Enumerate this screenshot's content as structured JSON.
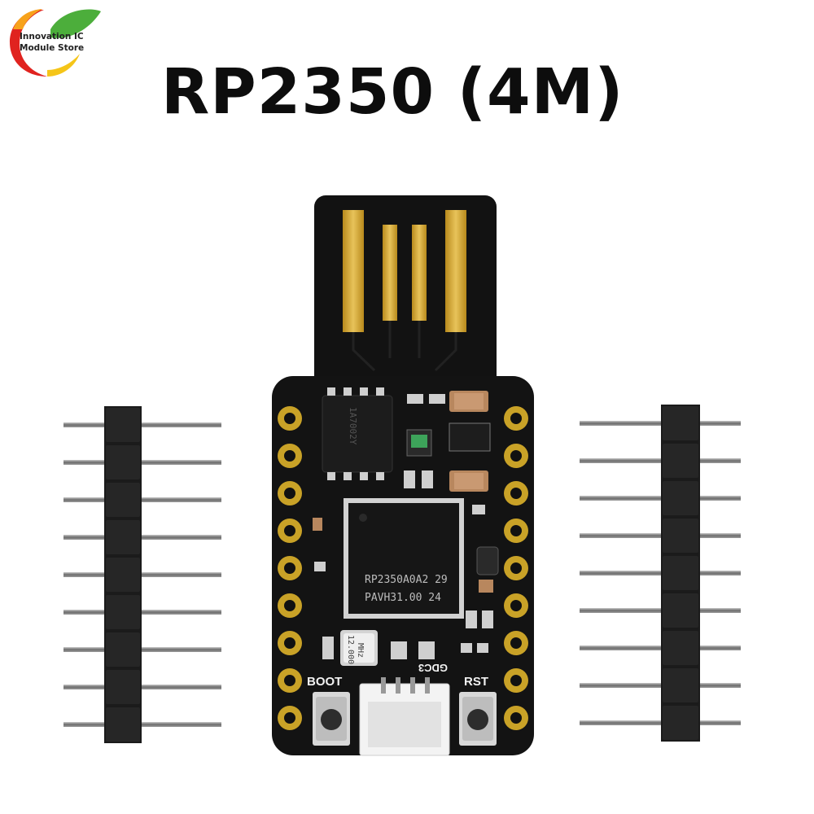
{
  "logo": {
    "line1": "Innovation IC",
    "line2": "Module Store"
  },
  "title": {
    "main": "RP2350",
    "variant": "(4M)"
  },
  "board": {
    "chip_line1": "RP2350A0A2  29",
    "chip_line2": "PAVH31.00   24",
    "crystal_line1": "12.000",
    "crystal_line2": "MHz",
    "flash_marking": "1A7002Y",
    "boot_label": "BOOT",
    "rst_label": "RST",
    "connector_label": "GDC3"
  },
  "pin_headers": {
    "left_pin_count": 9,
    "right_pin_count": 9
  },
  "colors": {
    "pcb": "#111111",
    "gold": "#c9a227",
    "header_plastic": "#1b1b1b",
    "pin_metal": "#8a8a8a"
  }
}
